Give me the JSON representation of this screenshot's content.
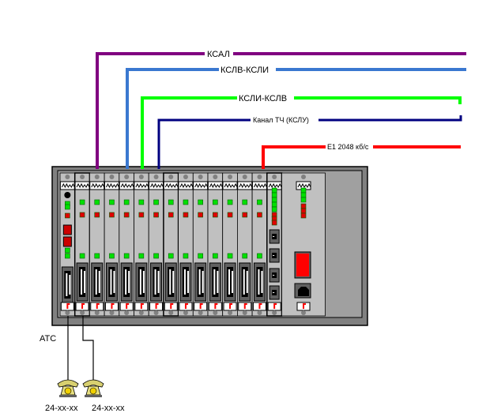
{
  "lines": [
    {
      "id": "ksal",
      "label": "КСАЛ",
      "color": "#800080"
    },
    {
      "id": "kslv-ksli",
      "label": "КСЛВ-КСЛИ",
      "color": "#3a78d0"
    },
    {
      "id": "ksli-kslv",
      "label": "КСЛИ-КСЛВ",
      "color": "#00ff00"
    },
    {
      "id": "kanal-tch",
      "label": "Канал  ТЧ (КСЛУ)",
      "color": "#000080"
    },
    {
      "id": "e1",
      "label": "E1  2048 кб/с",
      "color": "#ff0000"
    }
  ],
  "chassis": {
    "label_atc": "АТС",
    "cards": [
      {
        "type": "control"
      },
      {
        "type": "line"
      },
      {
        "type": "line"
      },
      {
        "type": "line"
      },
      {
        "type": "line"
      },
      {
        "type": "line"
      },
      {
        "type": "line"
      },
      {
        "type": "line"
      },
      {
        "type": "line"
      },
      {
        "type": "line"
      },
      {
        "type": "line"
      },
      {
        "type": "line"
      },
      {
        "type": "line"
      },
      {
        "type": "e1"
      },
      {
        "type": "multi"
      },
      {
        "type": "power"
      }
    ]
  },
  "phones": [
    {
      "number": "24-xx-xx"
    },
    {
      "number": "24-xx-xx"
    }
  ],
  "colors": {
    "chassis_outer": "#808080",
    "chassis_inner": "#c0c0c0",
    "led_green": "#00e000",
    "led_red": "#e00000",
    "power_switch": "#ff0000"
  }
}
